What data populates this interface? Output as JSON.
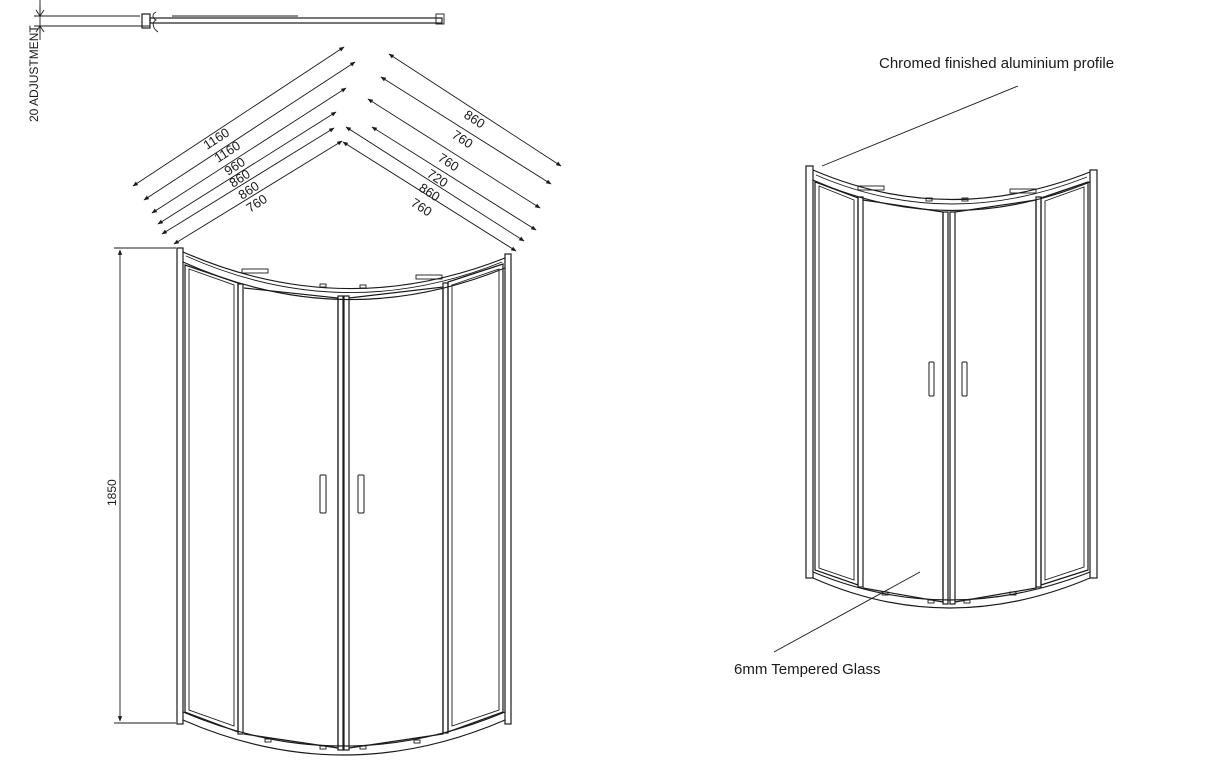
{
  "labels": {
    "adjustment": "20 ADJUSTMENT",
    "height": "1850",
    "profile_note": "Chromed finished aluminium profile",
    "glass_note": "6mm Tempered Glass"
  },
  "dimensions_left": [
    "1160",
    "1160",
    "960",
    "860",
    "860",
    "760"
  ],
  "dimensions_right": [
    "860",
    "760",
    "760",
    "720",
    "860",
    "760"
  ],
  "colors": {
    "line": "#1a1a1a",
    "background": "#ffffff"
  }
}
